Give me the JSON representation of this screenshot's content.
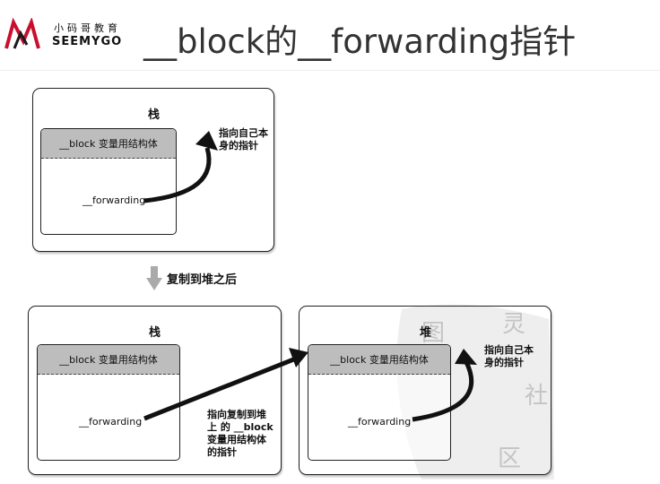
{
  "header": {
    "logo_cn": "小码哥教育",
    "logo_en": "SEEMYGO",
    "title": "__block的__forwarding指针"
  },
  "diagram": {
    "top_box": {
      "title": "栈",
      "struct_header": "__block 变量用结构体",
      "forwarding": "__forwarding",
      "note": [
        "指向自己本",
        "身的指针"
      ]
    },
    "copy_label": "复制到堆之后",
    "stack_box": {
      "title": "栈",
      "struct_header": "__block 变量用结构体",
      "forwarding": "__forwarding"
    },
    "heap_box": {
      "title": "堆",
      "struct_header": "__block 变量用结构体",
      "forwarding": "__forwarding",
      "note": [
        "指向自己本",
        "身的指针"
      ]
    },
    "cross_note": [
      "指向复制到堆",
      "上 的 __block",
      "变量用结构体",
      "的指针"
    ]
  },
  "colors": {
    "struct_header_bg": "#bdbdbd",
    "watermark": "#b5b5b5"
  }
}
